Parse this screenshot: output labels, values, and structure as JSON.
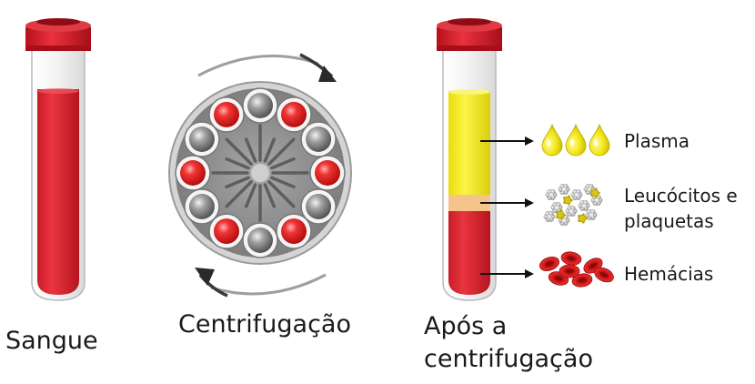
{
  "labels": {
    "blood": "Sangue",
    "centrifugation": "Centrifugação",
    "after_line1": "Após a",
    "after_line2": "centrifugação",
    "plasma": "Plasma",
    "leuko_line1": "Leucócitos e",
    "leuko_line2": "plaquetas",
    "red_cells": "Hemácias"
  },
  "colors": {
    "cap": "#d8202e",
    "blood": "#e0242f",
    "plasma": "#f2ec1a",
    "buffy_coat": "#f5c98a",
    "rotor": "#8e8e8e",
    "rotor_rim": "#bdbdbd",
    "tube_red": "#e52a2a",
    "tube_gray": "#9a9a9a",
    "arrow": "#111111",
    "rotation_arrow": "#3a3a3a"
  },
  "icons": {
    "droplet": "droplet-icon",
    "platelet": "platelet-cluster-icon",
    "rbc": "red-blood-cell-icon"
  }
}
